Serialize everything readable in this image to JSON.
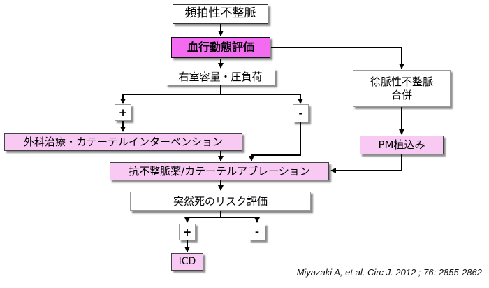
{
  "nodes": {
    "top": "頻拍性不整脈",
    "hemodynamic": "血行動態評価",
    "rv_volume": "右室容量・圧負荷",
    "bradyarrhythmia": "徐脈性不整脈\n合併",
    "pm": "PM植込み",
    "surgery": "外科治療・カテーテルインターベンション",
    "antiarrhythmic": "抗不整脈薬/カテーテルアブレーション",
    "risk": "突然死のリスク評価",
    "icd": "ICD"
  },
  "signs": {
    "plus": "+",
    "minus": "-"
  },
  "citation": "Miyazaki A, et al. Circ J. 2012 ; 76: 2855-2862",
  "colors": {
    "pink": "#f7c9f3",
    "magenta": "#f26bf0"
  }
}
